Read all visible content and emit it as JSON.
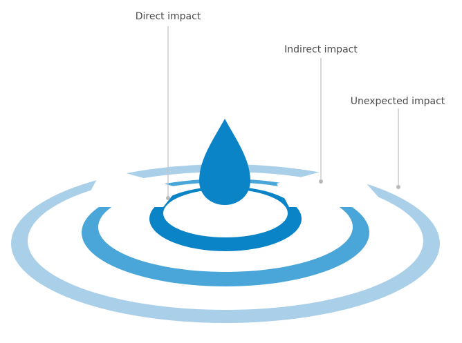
{
  "diagram": {
    "labels": {
      "direct": "Direct impact",
      "indirect": "Indirect impact",
      "unexpected": "Unexpected impact"
    },
    "colors": {
      "drop": "#0a84c6",
      "inner_ring": "#0a84c6",
      "middle_ring": "#4aa6d8",
      "outer_ring": "#a9cfe9",
      "leader_line": "#c2c2c2",
      "label_text": "#4a4a4a",
      "background": "#ffffff"
    }
  }
}
